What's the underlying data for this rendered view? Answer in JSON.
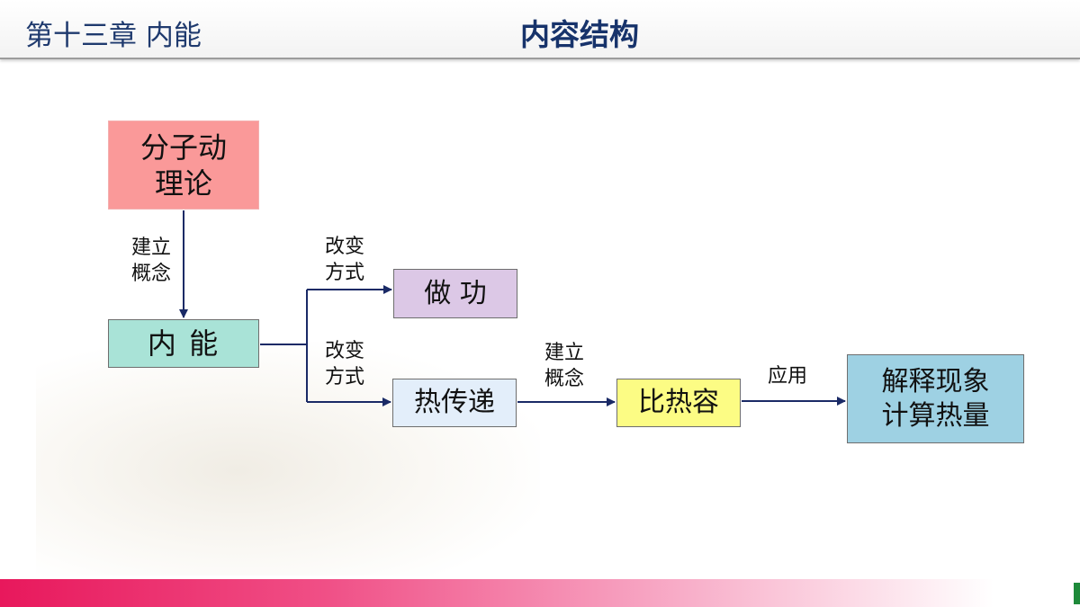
{
  "header": {
    "chapter": "第十三章  内能",
    "title": "内容结构"
  },
  "nodes": {
    "kinetic_theory": "分子动\n理论",
    "internal_energy": "内  能",
    "doing_work": "做 功",
    "heat_transfer": "热传递",
    "specific_heat": "比热容",
    "explain_calc": "解释现象\n计算热量"
  },
  "edges": {
    "concept_1": "建立\n概念",
    "mode_1": "改变\n方式",
    "mode_2": "改变\n方式",
    "concept_2": "建立\n概念",
    "apply": "应用"
  },
  "colors": {
    "kinetic_theory": "#fa9999",
    "internal_energy": "#a9e3d7",
    "doing_work": "#dcc8e6",
    "heat_transfer": "#e3eefa",
    "specific_heat": "#fcfc84",
    "explain_calc": "#9ed1e3",
    "arrow": "#1a2a66",
    "bottom_bar": "#e8185c"
  }
}
